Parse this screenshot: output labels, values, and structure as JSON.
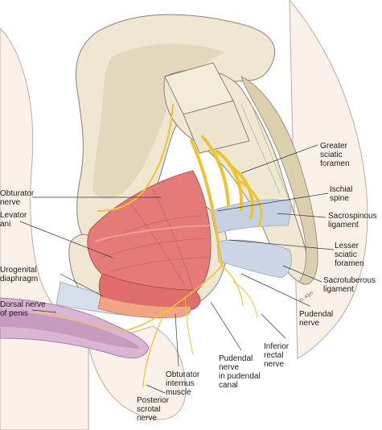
{
  "labels": {
    "greater_sciatic_foramen": "Greater\nsciatic\nforamen",
    "obturator_nerve": "Obturator\nnerve",
    "ischial_spine": "Ischial\nspine",
    "sacrospinous_ligament": "Sacrospinous\nligament",
    "levator_ani": "Levator\nani",
    "lesser_sciatic_foramen": "Lesser\nsciatic\nforamen",
    "urogenital_diaphragm": "Urogenital\ndiaphragm",
    "sacrotuberous_ligament": "Sacrotuberous\nligament",
    "dorsal_nerve_of_penis": "Dorsal nerve\nof penis",
    "pudendal_nerve": "Pudendal\nnerve",
    "inferior_rectal_nerve": "Inferior\nrectal\nnerve",
    "pudendal_nerve_in_pudendal_canal": "Pudendal\nnerve\nin pudendal\ncanal",
    "obturator_internus_muscle": "Obturator\ninternus\nmuscle",
    "posterior_scrotal_nerve": "Posterior\nscrotal\nnerve"
  },
  "signature": "D. Klyn",
  "colors": {
    "bone": "#efe7d1",
    "bone_shade": "#d9ccaa",
    "muscle": "#e57b78",
    "muscle_dark": "#c95a58",
    "nerve": "#f0c232",
    "ligament": "#c6d0e3",
    "skin": "#fbf1e9",
    "outline": "#8a8275"
  }
}
